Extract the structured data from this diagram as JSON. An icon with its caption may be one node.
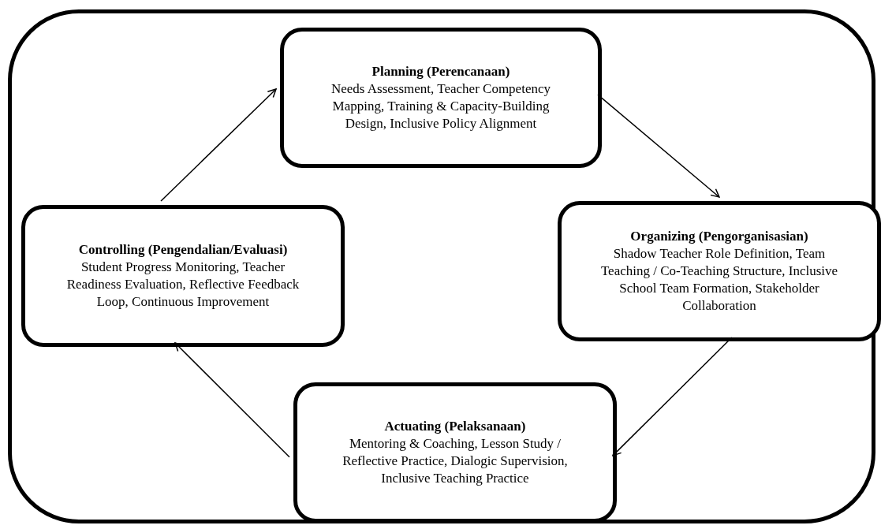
{
  "diagram": {
    "nodes": [
      {
        "text": [],
        "shape": "box"
      },
      {
        "text": [
          "Planning (Perencanaan)",
          "Needs Assessment, Teacher Competency Mapping, Training & Capacity-Building Design, Inclusive Policy Alignment"
        ],
        "in": 0
      },
      {
        "text": [
          "Organizing (Pengorganisasian)",
          "Shadow Teacher Role Definition, Team Teaching / Co-Teaching Structure, Inclusive School Team Formation, Stakeholder Collaboration"
        ],
        "in": 0
      },
      {
        "text": [
          "Actuating (Pelaksanaan)",
          "Mentoring & Coaching, Lesson Study / Reflective Practice, Dialogic Supervision, Inclusive Teaching Practice"
        ],
        "in": 0
      },
      {
        "text": [
          "Controlling (Pengendalian/Evaluasi)",
          "Student Progress Monitoring, Teacher Readiness Evaluation, Reflective Feedback Loop, Continuous Improvement"
        ],
        "in": 0
      }
    ],
    "edges": [
      {
        "from": 4,
        "to": 1,
        "arrow": "to"
      },
      {
        "from": 1,
        "to": 2,
        "arrow": "to"
      },
      {
        "from": 2,
        "to": 3,
        "arrow": "to"
      },
      {
        "from": 3,
        "to": 4,
        "arrow": "to"
      }
    ]
  }
}
